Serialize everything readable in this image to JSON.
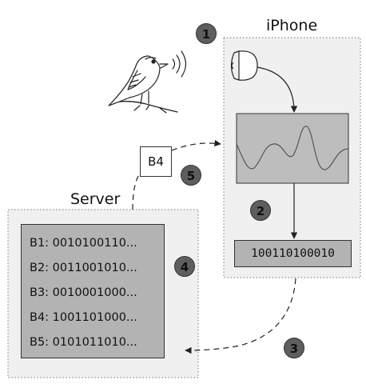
{
  "labels": {
    "iphone": "iPhone",
    "server": "Server",
    "bits": "100110100010",
    "transmitted_block": "B4"
  },
  "steps": [
    "1",
    "2",
    "3",
    "4",
    "5"
  ],
  "server_entries": [
    "B1: 0010100110...",
    "B2: 0011001010...",
    "B3: 0010001000...",
    "B4: 1001101000...",
    "B5: 0101011010..."
  ],
  "icons": [
    "bird-icon",
    "microphone-icon",
    "waveform-icon"
  ],
  "colors": {
    "panel": "#f0f0f0",
    "waveform_box": "#bdbdbd",
    "data_box": "#b3b3b3",
    "step_circle": "#5e5e5e",
    "line": "#222222"
  }
}
